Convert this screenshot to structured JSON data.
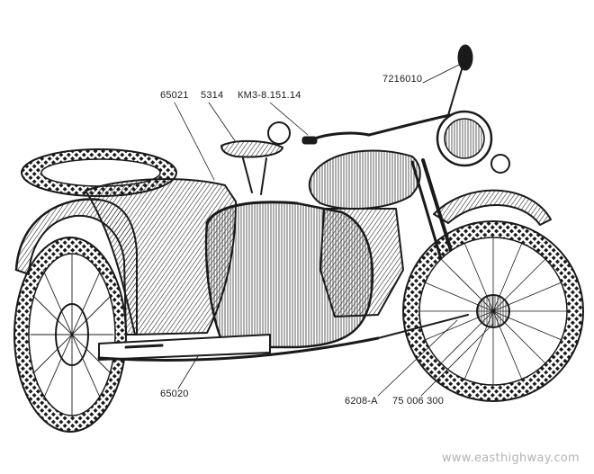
{
  "labels": {
    "part_65021": "65021",
    "part_5314": "5314",
    "part_km3": "КМ3-8.151.14",
    "part_7216010": "7216010",
    "part_65020": "65020",
    "part_6208a": "6208-А",
    "part_75006300": "75 006 300"
  },
  "watermark": "www.easthighway.com",
  "colors": {
    "ink": "#1a1a1a",
    "paper": "#ffffff",
    "watermark": "#b3b3b3"
  }
}
